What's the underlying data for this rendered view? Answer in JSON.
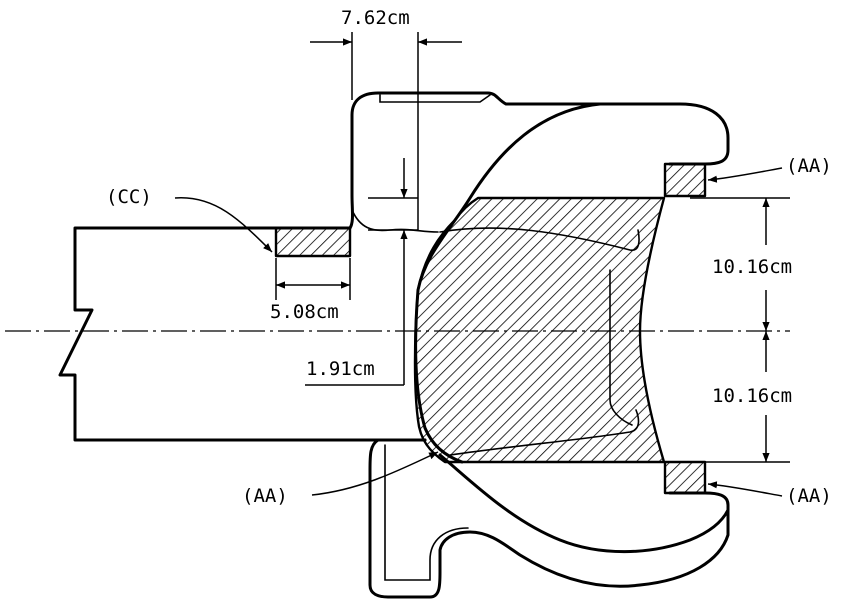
{
  "dimensions": {
    "top_width": "7.62cm",
    "left_width": "5.08cm",
    "offset": "1.91cm",
    "upper_half": "10.16cm",
    "lower_half": "10.16cm"
  },
  "callouts": {
    "cc": "(CC)",
    "aa_upper_right": "(AA)",
    "aa_lower_left": "(AA)",
    "aa_lower_right": "(AA)"
  }
}
